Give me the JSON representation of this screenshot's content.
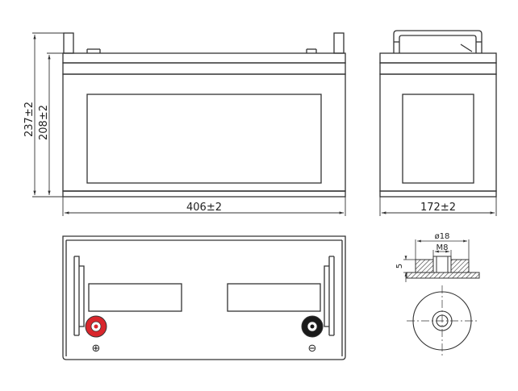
{
  "views": {
    "front": {
      "height_total": "237±2",
      "height_case": "208±2",
      "length": "406±2"
    },
    "side": {
      "width": "172±2"
    },
    "terminal_detail": {
      "outer_diameter": "ø18",
      "thread": "M8",
      "height": "5"
    },
    "top": {
      "positive_symbol": "⊕",
      "negative_symbol": "⊖",
      "positive_color": "#d9262c",
      "negative_color": "#1a1a1a"
    }
  },
  "colors": {
    "line": "#333333",
    "hatch": "#333333"
  }
}
